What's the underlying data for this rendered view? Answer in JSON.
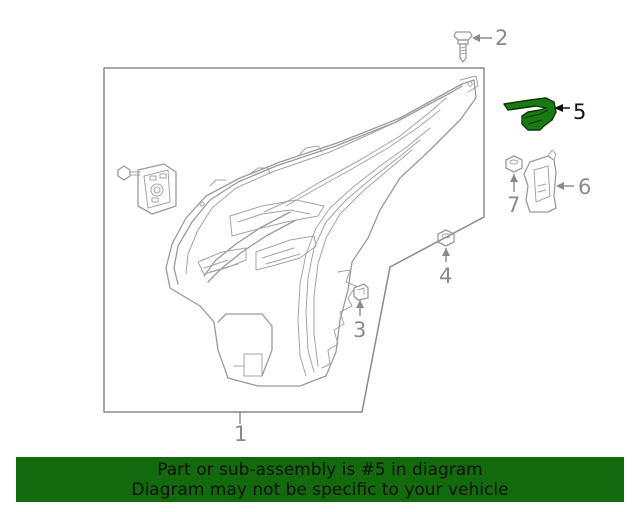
{
  "diagram": {
    "callouts": {
      "c1": "1",
      "c2": "2",
      "c3": "3",
      "c4": "4",
      "c5": "5",
      "c6": "6",
      "c7": "7"
    },
    "highlight_color": "#1a7a12",
    "line_color": "#9a9a9a"
  },
  "banner": {
    "line1": "Part or sub-assembly is #5 in diagram",
    "line2": "Diagram may not be specific to your vehicle",
    "background": "#136a0c"
  }
}
